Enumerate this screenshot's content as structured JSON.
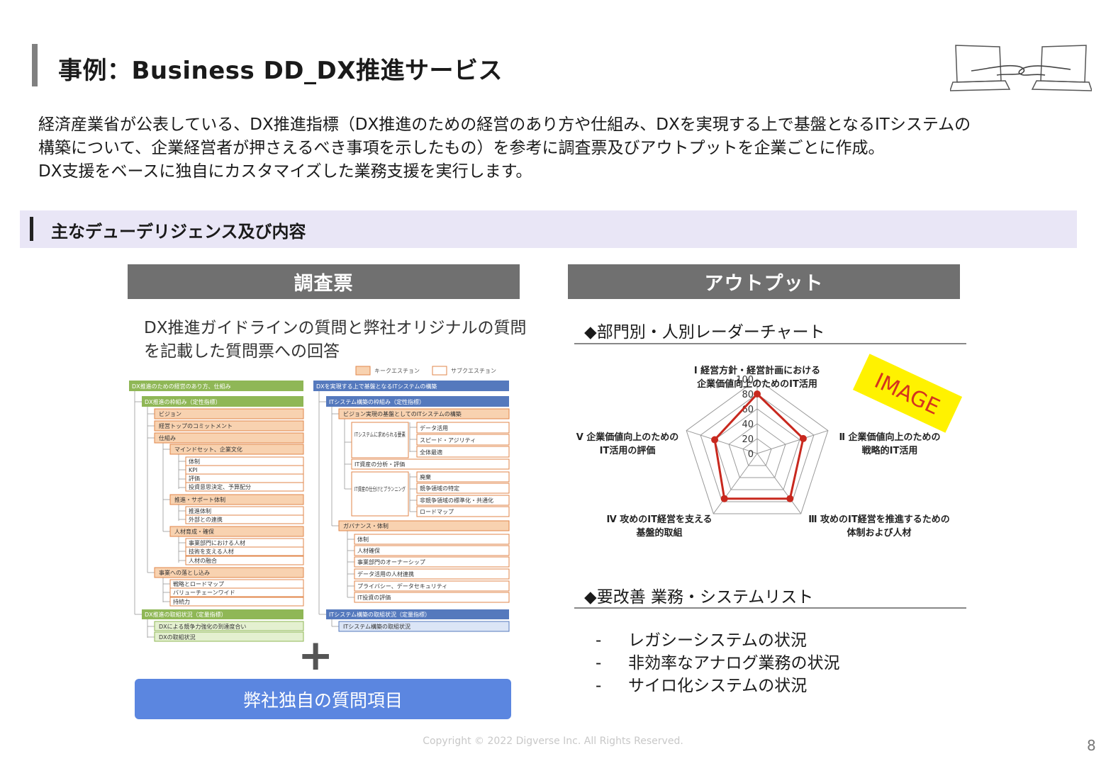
{
  "page": {
    "title": "事例：Business DD_DX推進サービス",
    "intro": [
      "経済産業省が公表している、DX推進指標（DX推進のための経営のあり方や仕組み、DXを実現する上で基盤となるITシステムの",
      "構築について、企業経営者が押さえるべき事項を示したもの）を参考に調査票及びアウトプットを企業ごとに作成。",
      "DX支援をベースに独自にカスタマイズした業務支援を実行します。"
    ],
    "section_title": "主なデューデリジェンス及び内容",
    "footer": "Copyright © 2022 Digverse Inc.  All Rights  Reserved.",
    "page_number": "8"
  },
  "survey": {
    "header": "調査票",
    "description": [
      "DX推進ガイドラインの質問と弊社オリジナルの質問",
      "を記載した質問票への回答"
    ],
    "legend": {
      "key": "キークエスチョン",
      "sub": "サブクエスチョン"
    },
    "left_tree": {
      "root": "DX推進のための経営のあり方、仕組み",
      "group1": "DX推進の枠組み（定性指標）",
      "items": [
        "ビジョン",
        "経営トップのコミットメント",
        "仕組み"
      ],
      "mindset": "マインドセット、企業文化",
      "mindset_items": [
        "体制",
        "KPI",
        "評価",
        "投資意思決定、予算配分"
      ],
      "support": "推進・サポート体制",
      "support_items": [
        "推進体制",
        "外部との連携"
      ],
      "talent": "人材育成・確保",
      "talent_items": [
        "事業部門における人材",
        "技術を支える人材",
        "人材の融合"
      ],
      "adoption": "事業への落とし込み",
      "adoption_items": [
        "戦略とロードマップ",
        "バリューチェーンワイド",
        "持続力"
      ],
      "group2": "DX推進の取組状況（定量指標）",
      "group2_items": [
        "DXによる競争力強化の到達度合い",
        "DXの取組状況"
      ]
    },
    "right_tree": {
      "root": "DXを実現する上で基盤となるITシステムの構築",
      "group1": "ITシステム構築の枠組み（定性指標）",
      "vision_it": "ビジョン実現の基盤としてのITシステムの構築",
      "req": "ITシステムに求められる要素",
      "req_items": [
        "データ活用",
        "スピード・アジリティ",
        "全体最適"
      ],
      "analysis": "IT資産の分析・評価",
      "plan": "IT資産の仕分けとプランニング",
      "plan_items": [
        "廃棄",
        "競争領域の特定",
        "非競争領域の標準化・共通化",
        "ロードマップ"
      ],
      "gov": "ガバナンス・体制",
      "gov_items": [
        "体制",
        "人材確保",
        "事業部門のオーナーシップ",
        "データ活用の人材連携",
        "プライバシー、データセキュリティ",
        "IT投資の評価"
      ],
      "group2": "ITシステム構築の取組状況（定量指標）",
      "group2_items": [
        "ITシステム構築の取組状況"
      ]
    },
    "plus": "+",
    "own_button": "弊社独自の質問項目"
  },
  "output": {
    "header": "アウトプット",
    "radar_title": "◆部門別・人別レーダーチャート",
    "stamp": "IMAGE",
    "list_title": "◆要改善 業務・システムリスト",
    "list": [
      "レガシーシステムの状況",
      "非効率なアナログ業務の状況",
      "サイロ化システムの状況"
    ],
    "dash": "-"
  },
  "chart_data": {
    "type": "radar",
    "axes": [
      [
        "Ⅰ 経営方針・経営計画における",
        "企業価値向上のためのIT活用"
      ],
      [
        "Ⅱ 企業価値向上のための",
        "戦略的IT活用"
      ],
      [
        "Ⅲ 攻めのIT経営を推進するための",
        "体制および人材"
      ],
      [
        "Ⅳ 攻めのIT経営を支える",
        "基盤的取組"
      ],
      [
        "Ⅴ 企業価値向上のための",
        "IT活用の評価"
      ]
    ],
    "values": [
      80,
      65,
      75,
      75,
      60
    ],
    "ticks": [
      0,
      20,
      40,
      60,
      80,
      100
    ],
    "range": [
      0,
      100
    ],
    "series_color": "#c8281e",
    "grid_color": "#9a9a9a"
  },
  "colors": {
    "orange_fill": "#f8d2b0",
    "orange_border": "#e0864a",
    "green_fill": "#8fb756",
    "green_light": "#e4f0d0",
    "blue_fill": "#5579bd",
    "blue_light": "#dbe5f6",
    "button_blue": "#5b86e0",
    "header_gray": "#707070"
  }
}
